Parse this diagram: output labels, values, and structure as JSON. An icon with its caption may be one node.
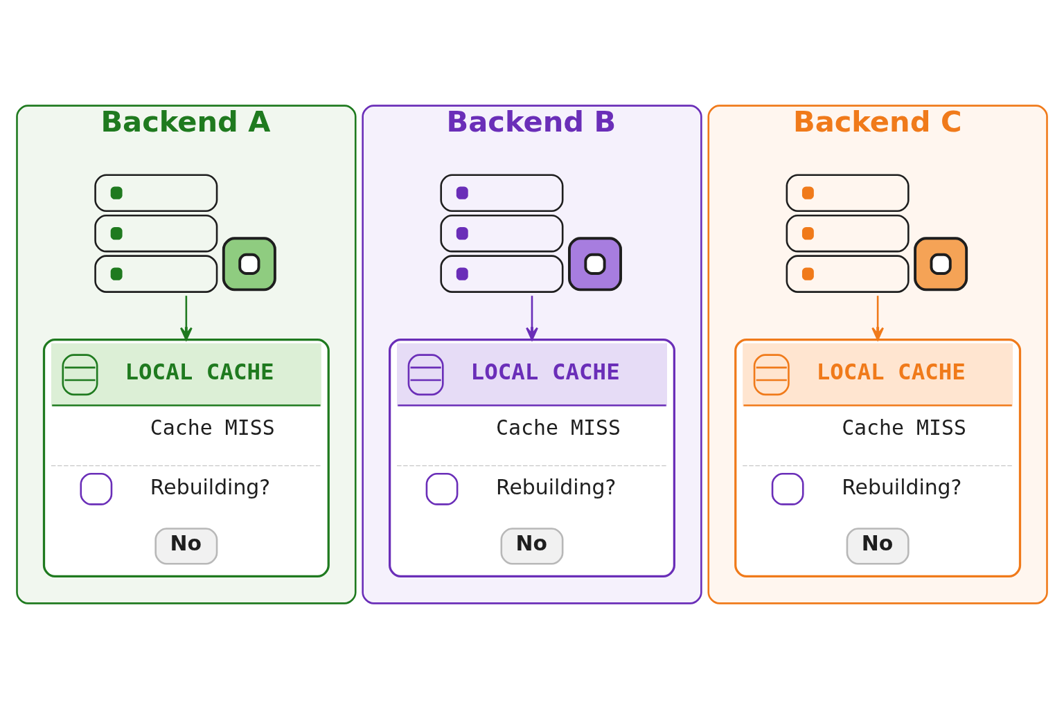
{
  "diagram": {
    "nodes": [
      {
        "text": [
          "Backend A"
        ]
      },
      {
        "text": [],
        "shape": "picture",
        "in": 0
      },
      {
        "text": [
          "LOCAL CACHE",
          "Cache MISS",
          "Rebuilding?"
        ],
        "in": 0
      },
      {
        "text": [
          "No"
        ],
        "in": 2
      },
      {
        "text": [
          "Backend B"
        ]
      },
      {
        "text": [],
        "shape": "picture",
        "in": 4
      },
      {
        "text": [
          "LOCAL CACHE",
          "Cache MISS",
          "Rebuilding?"
        ],
        "in": 4
      },
      {
        "text": [
          "No"
        ],
        "in": 6
      },
      {
        "text": [
          "Backend C"
        ]
      },
      {
        "text": [],
        "shape": "picture",
        "in": 8
      },
      {
        "text": [
          "LOCAL CACHE",
          "Cache MISS",
          "Rebuilding?"
        ],
        "in": 8
      },
      {
        "text": [
          "No"
        ],
        "in": 10
      }
    ],
    "edges": [
      {
        "from": 1,
        "to": 2,
        "arrow": "to",
        "color": "#1f7a1f"
      },
      {
        "from": 5,
        "to": 6,
        "arrow": "to",
        "color": "#6a2eb8"
      },
      {
        "from": 9,
        "to": 10,
        "arrow": "to",
        "color": "#f07a1a"
      }
    ]
  }
}
